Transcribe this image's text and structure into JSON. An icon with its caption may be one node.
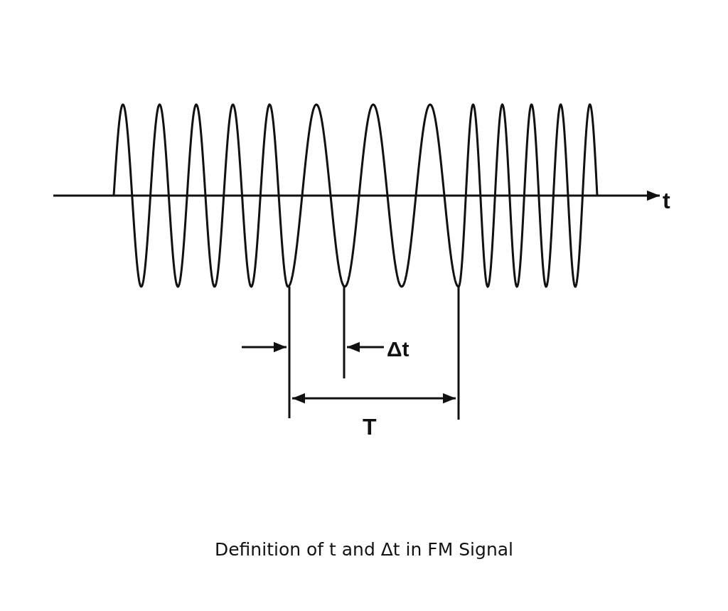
{
  "diagram": {
    "caption": "Definition of t and Δt in FM Signal",
    "labels": [
      "t",
      "Δt",
      "T"
    ]
  }
}
